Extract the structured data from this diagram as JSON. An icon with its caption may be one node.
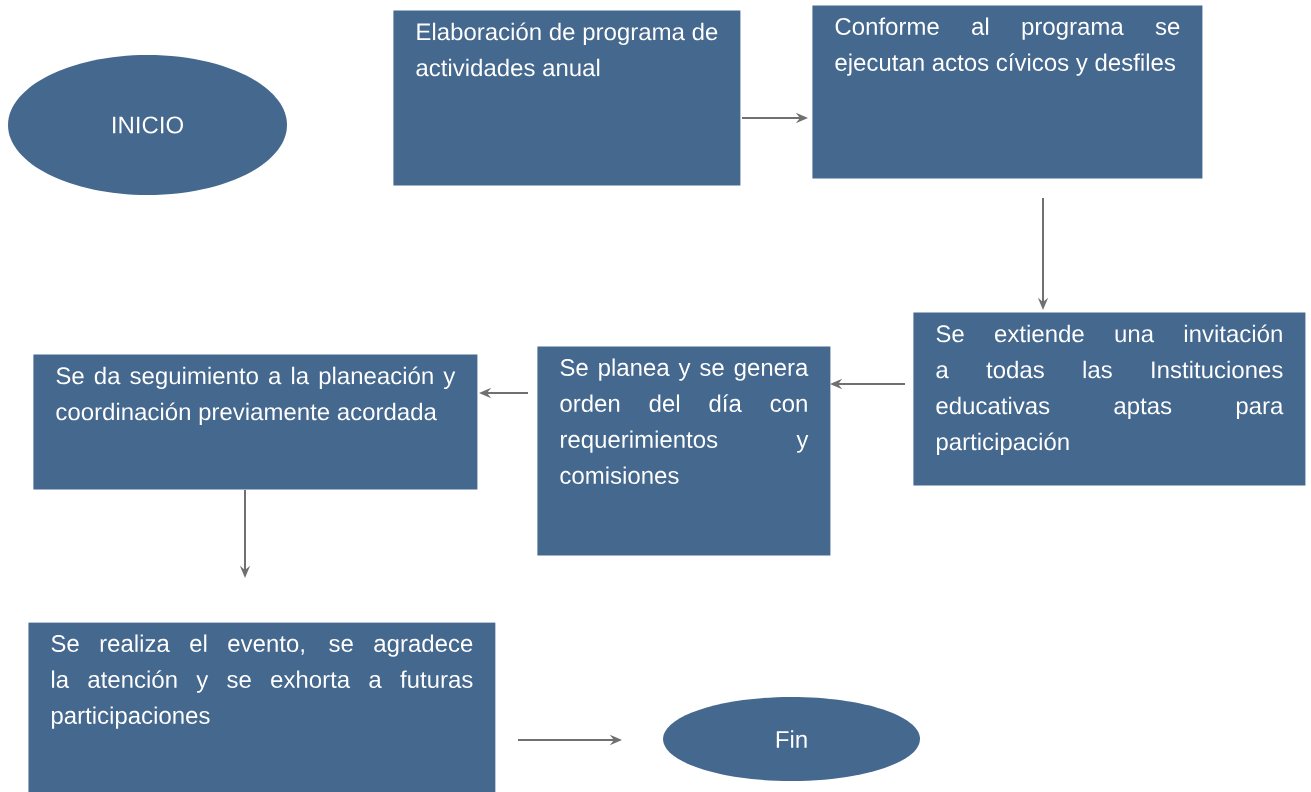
{
  "diagram": {
    "nodes": [
      {
        "text": [
          "INICIO"
        ]
      },
      {
        "text": [
          "Elaboración de programa de actividades anual"
        ]
      },
      {
        "text": [
          "Conforme al programa se ejecutan actos cívicos y desfiles"
        ]
      },
      {
        "text": [
          "Se extiende una invitación a todas las Instituciones educativas aptas para participación"
        ]
      },
      {
        "text": [
          "Se planea y se genera orden del día con requerimientos y comisiones"
        ]
      },
      {
        "text": [
          "Se da seguimiento a la planeación y coordinación previamente acordada"
        ]
      },
      {
        "text": [
          "Se realiza el evento, se agradece la atención y se exhorta a futuras participaciones"
        ]
      },
      {
        "text": [
          "Fin"
        ]
      }
    ],
    "edges": [
      {
        "from": 1,
        "to": 2,
        "arrow": "to"
      },
      {
        "from": 2,
        "to": 3,
        "arrow": "to"
      },
      {
        "from": 3,
        "to": 4,
        "arrow": "to"
      },
      {
        "from": 4,
        "to": 5,
        "arrow": "to"
      },
      {
        "from": 5,
        "to": 6,
        "arrow": "to"
      },
      {
        "from": 6,
        "to": 7,
        "arrow": "to"
      }
    ]
  }
}
